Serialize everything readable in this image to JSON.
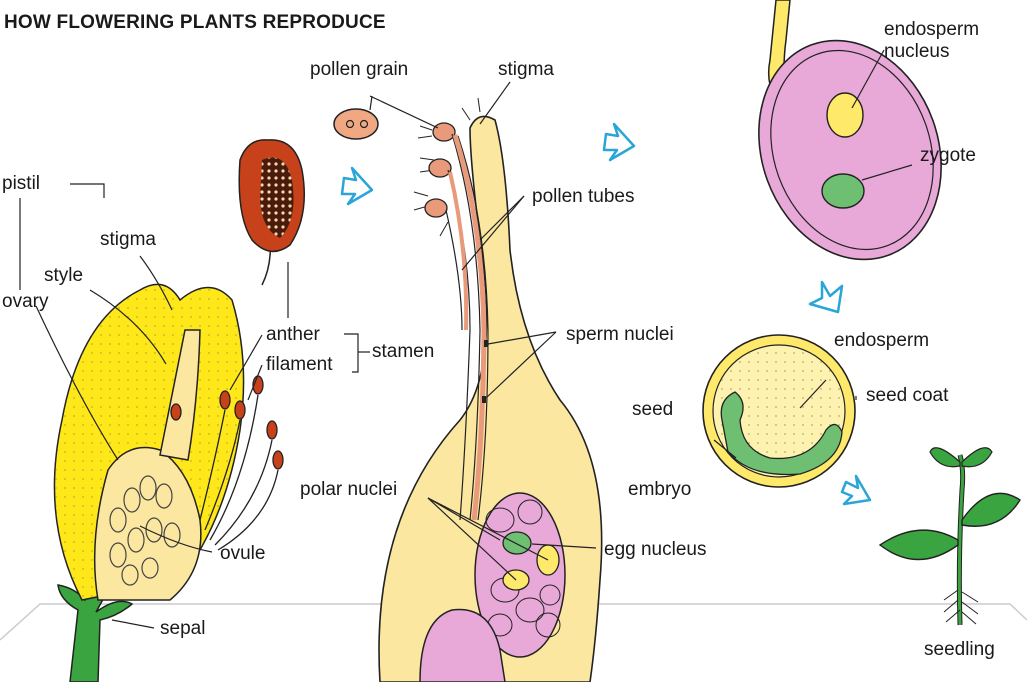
{
  "title": "HOW FLOWERING PLANTS REPRODUCE",
  "labels": {
    "pistil": "pistil",
    "stigma_flower": "stigma",
    "style": "style",
    "ovary": "ovary",
    "anther": "anther",
    "filament": "filament",
    "stamen": "stamen",
    "ovule": "ovule",
    "sepal": "sepal",
    "pollen_grain": "pollen grain",
    "stigma_pistil": "stigma",
    "pollen_tubes": "pollen tubes",
    "sperm_nuclei": "sperm nuclei",
    "polar_nuclei": "polar nuclei",
    "egg_nucleus": "egg nucleus",
    "endosperm_nucleus_1": "endosperm",
    "endosperm_nucleus_2": "nucleus",
    "zygote": "zygote",
    "endosperm": "endosperm",
    "seed_coat": "seed coat",
    "seed": "seed",
    "embryo": "embryo",
    "seedling": "seedling"
  },
  "colors": {
    "petal": "#ffe81a",
    "pistil_body": "#fbe7a0",
    "anther": "#c7421a",
    "pollen_tube": "#e89a7a",
    "embryo_sac": "#e8a8d8",
    "egg": "#6fbf73",
    "leaf": "#3a9a3a",
    "arrow": "#2aa5d8",
    "outline": "#222222"
  },
  "icons": [
    "arrow-icon"
  ]
}
